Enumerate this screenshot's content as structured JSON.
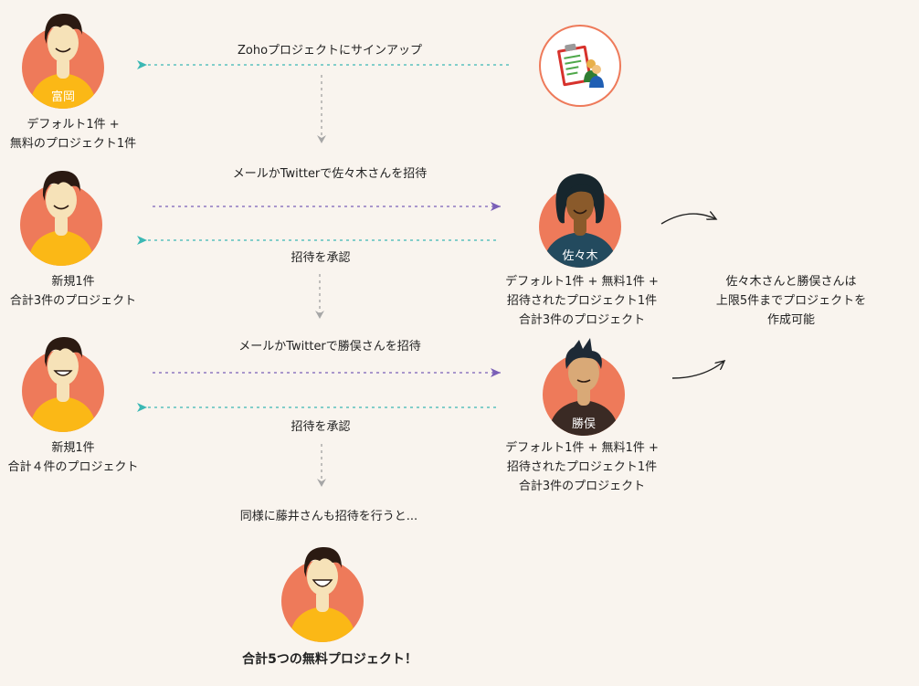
{
  "colors": {
    "circle": "#ee7a5a",
    "shirt_yellow": "#fbb816",
    "teal_arrow": "#3bb8b4",
    "purple_arrow": "#7a5fb7",
    "text": "#222222",
    "hair": "#2b1a12"
  },
  "nodes": {
    "tomioka": {
      "name": "富岡",
      "caption": [
        "デフォルト1件 +",
        "無料のプロジェクト1件"
      ]
    },
    "row2": {
      "caption": [
        "新規1件",
        "合計3件のプロジェクト"
      ]
    },
    "row3": {
      "caption": [
        "新規1件",
        "合計４件のプロジェクト"
      ]
    },
    "sasaki": {
      "name": "佐々木",
      "caption": [
        "デフォルト1件 + 無料1件 +",
        "招待されたプロジェクト1件",
        "合計3件のプロジェクト"
      ]
    },
    "katsumata": {
      "name": "勝俣",
      "caption": [
        "デフォルト1件 + 無料1件 +",
        "招待されたプロジェクト1件",
        "合計3件のプロジェクト"
      ]
    },
    "final": {
      "caption": "合計5つの無料プロジェクト！"
    }
  },
  "steps": {
    "signup": "Zohoプロジェクトにサインアップ",
    "invite_sasaki": "メールかTwitterで佐々木さんを招待",
    "accept1": "招待を承認",
    "invite_katsumata": "メールかTwitterで勝俣さんを招待",
    "accept2": "招待を承認",
    "fujii": "同様に藤井さんも招待を行うと..."
  },
  "note": [
    "佐々木さんと勝俣さんは",
    "上限5件までプロジェクトを",
    "作成可能"
  ],
  "icons": {
    "app": "clipboard-users-icon"
  }
}
